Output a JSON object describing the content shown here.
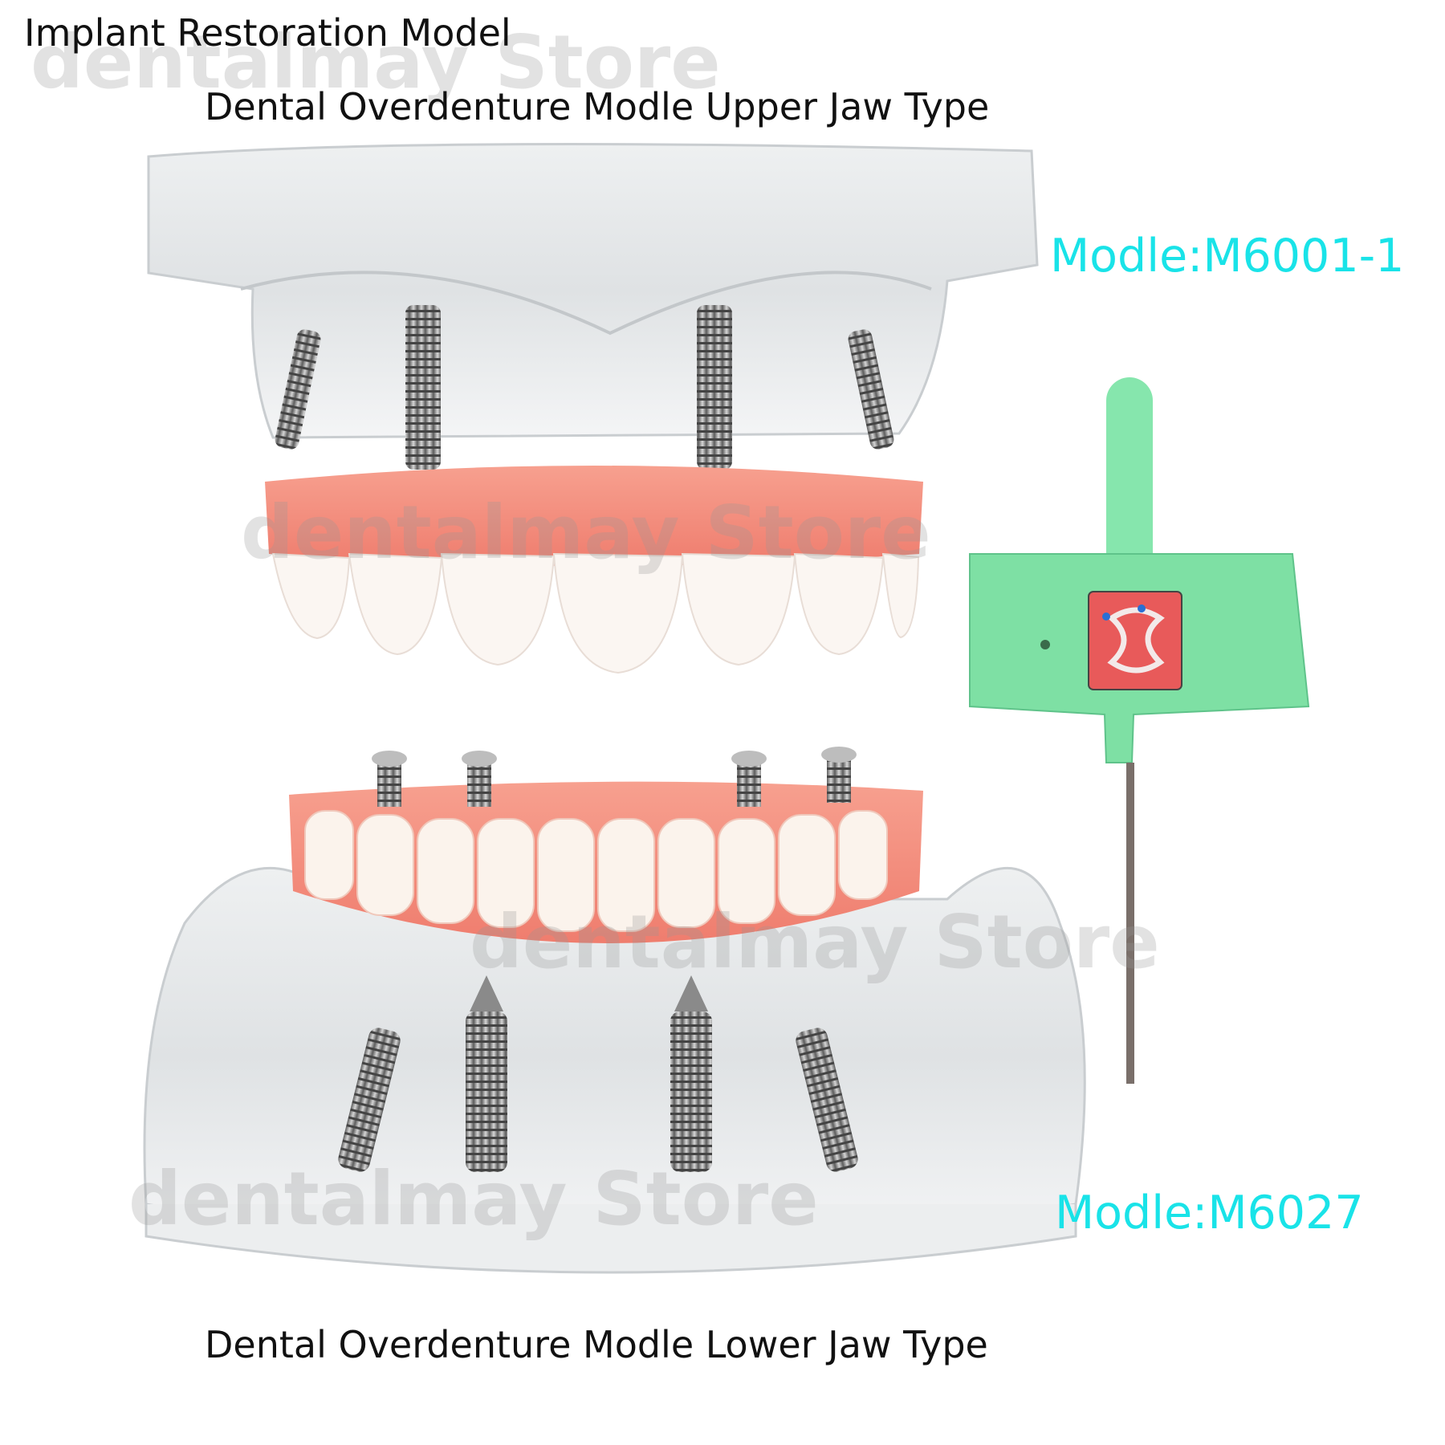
{
  "title": "Implant Restoration Model",
  "upper_jaw_label": "Dental Overdenture Modle Upper Jaw Type",
  "lower_jaw_label": "Dental Overdenture Modle Lower Jaw Type",
  "upper_model_code": "Modle:M6001-1",
  "lower_model_code": "Modle:M6027",
  "watermark": "dentalmay Store",
  "colors": {
    "model_code_text": "#19e3e8",
    "gum": "#f3867a",
    "teeth": "#fbf6f2",
    "wrench": "#7ee0a4",
    "metal": "#8c8c8c"
  }
}
